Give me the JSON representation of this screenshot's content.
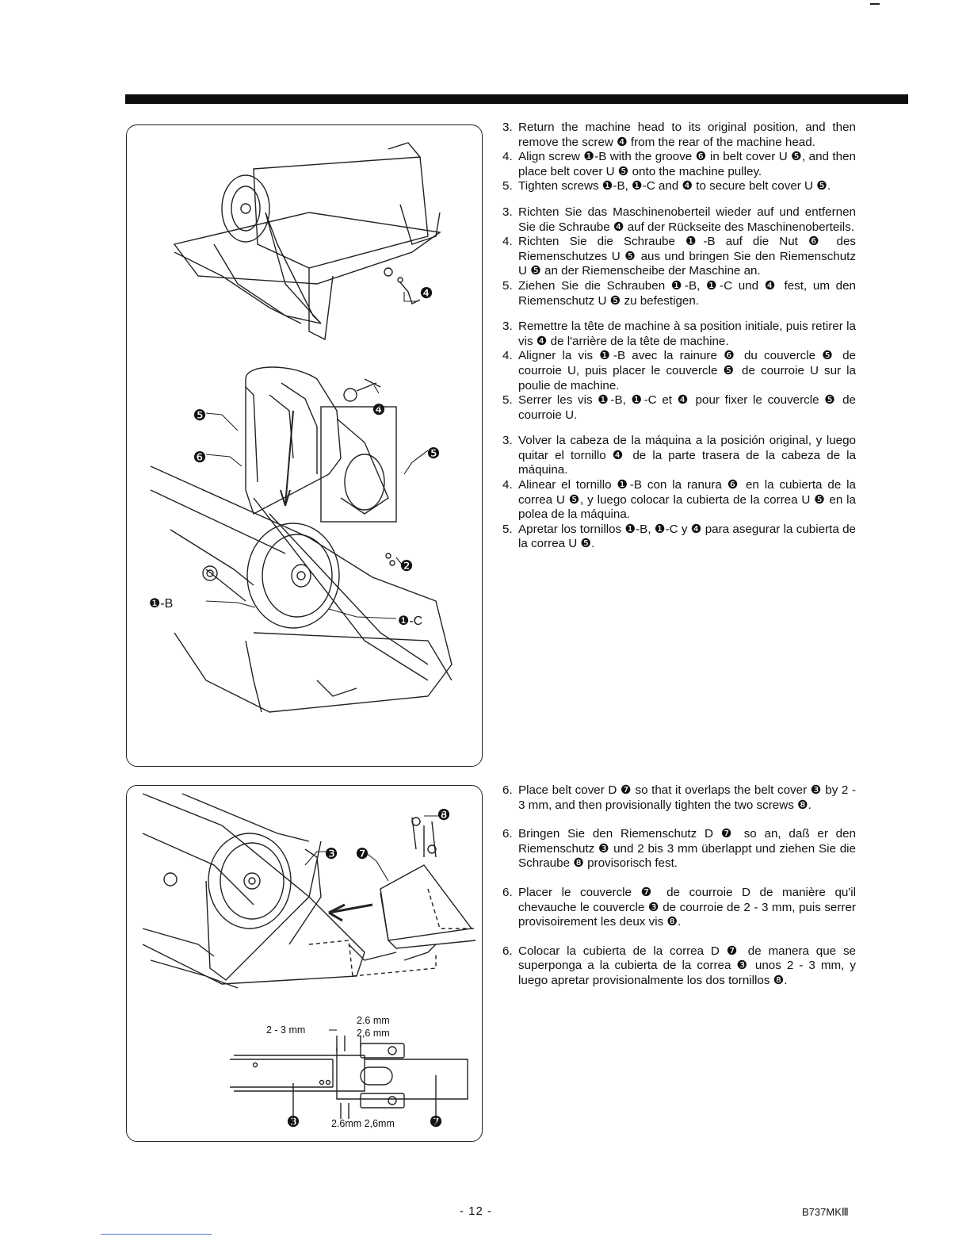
{
  "section_1": {
    "en": [
      {
        "num": "3.",
        "text": "Return the machine head to its original position, and then remove the screw ❹ from the rear of the machine head."
      },
      {
        "num": "4.",
        "text": "Align screw ❶-B with the groove ❻ in belt cover U ❺, and then place belt cover U ❺ onto the machine pulley."
      },
      {
        "num": "5.",
        "text": "Tighten screws ❶-B, ❶-C and ❹ to secure belt cover U ❺."
      }
    ],
    "de": [
      {
        "num": "3.",
        "text": "Richten Sie das Maschinenoberteil wieder auf und entfernen Sie die Schraube ❹ auf der Rückseite des Maschinenoberteils."
      },
      {
        "num": "4.",
        "text": "Richten Sie die Schraube ❶-B auf die Nut ❻ des Riemenschutzes U ❺ aus und bringen Sie den Riemenschutz U ❺ an der Riemenscheibe der Maschine an."
      },
      {
        "num": "5.",
        "text": "Ziehen Sie die Schrauben ❶-B, ❶-C und ❹ fest, um den Riemenschutz U ❺ zu befestigen."
      }
    ],
    "fr": [
      {
        "num": "3.",
        "text": "Remettre la tête de machine à sa position initiale, puis retirer la vis ❹ de l'arrière de la tête de machine."
      },
      {
        "num": "4.",
        "text": "Aligner la vis ❶-B avec la rainure ❻ du couvercle ❺ de courroie U, puis placer le couvercle ❺ de courroie U sur la poulie de machine."
      },
      {
        "num": "5.",
        "text": "Serrer les vis ❶-B, ❶-C et ❹ pour fixer le couvercle ❺ de courroie U."
      }
    ],
    "es": [
      {
        "num": "3.",
        "text": "Volver la cabeza de la máquina a la posición original, y luego quitar el tornillo ❹ de la parte trasera de la cabeza de la máquina."
      },
      {
        "num": "4.",
        "text": "Alinear el tornillo ❶-B con la ranura ❻ en la cubierta de la correa U ❺, y luego colocar la cubierta de la correa U ❺ en la polea de la máquina."
      },
      {
        "num": "5.",
        "text": "Apretar los tornillos ❶-B, ❶-C y ❹ para asegurar la cubierta de la correa U ❺."
      }
    ]
  },
  "section_2": {
    "en": {
      "num": "6.",
      "text": "Place belt cover D ❼ so that it overlaps the belt cover ❸ by 2 - 3 mm, and then provisionally tighten the two screws ❽."
    },
    "de": {
      "num": "6.",
      "text": "Bringen Sie den Riemenschutz D ❼ so an, daß er den Riemenschutz ❸ und 2 bis 3 mm überlappt und ziehen Sie die Schraube ❽ provisorisch fest."
    },
    "fr": {
      "num": "6.",
      "text": "Placer le couvercle ❼ de courroie D de manière qu'il chevauche le couvercle ❸ de courroie de 2 - 3 mm, puis serrer provisoirement les deux vis ❽."
    },
    "es": {
      "num": "6.",
      "text": "Colocar la cubierta de la correa D ❼ de manera que se superponga a la cubierta de la correa ❸ unos 2 - 3 mm, y luego apretar provisionalmente los dos tornillos ❽."
    }
  },
  "figure_1": {
    "callout_4": "❹",
    "callout_5": "❺",
    "callout_6": "❻",
    "callout_1b": "❶-B",
    "callout_1c": "❶-C",
    "callout_2": "❷",
    "callout_4b": "❹",
    "callout_5b": "❺"
  },
  "figure_2": {
    "callout_8": "❽",
    "callout_3": "❸",
    "callout_7": "❼",
    "dim_2_3": "2 - 3 mm",
    "dim_top_1": "2.6 mm",
    "dim_top_2": "2,6 mm",
    "dim_bottom": "2.6mm  2,6mm",
    "callout_3b": "❸",
    "callout_7b": "❼"
  },
  "footer": {
    "page": "- 12 -",
    "model": "B737MKⅢ"
  }
}
